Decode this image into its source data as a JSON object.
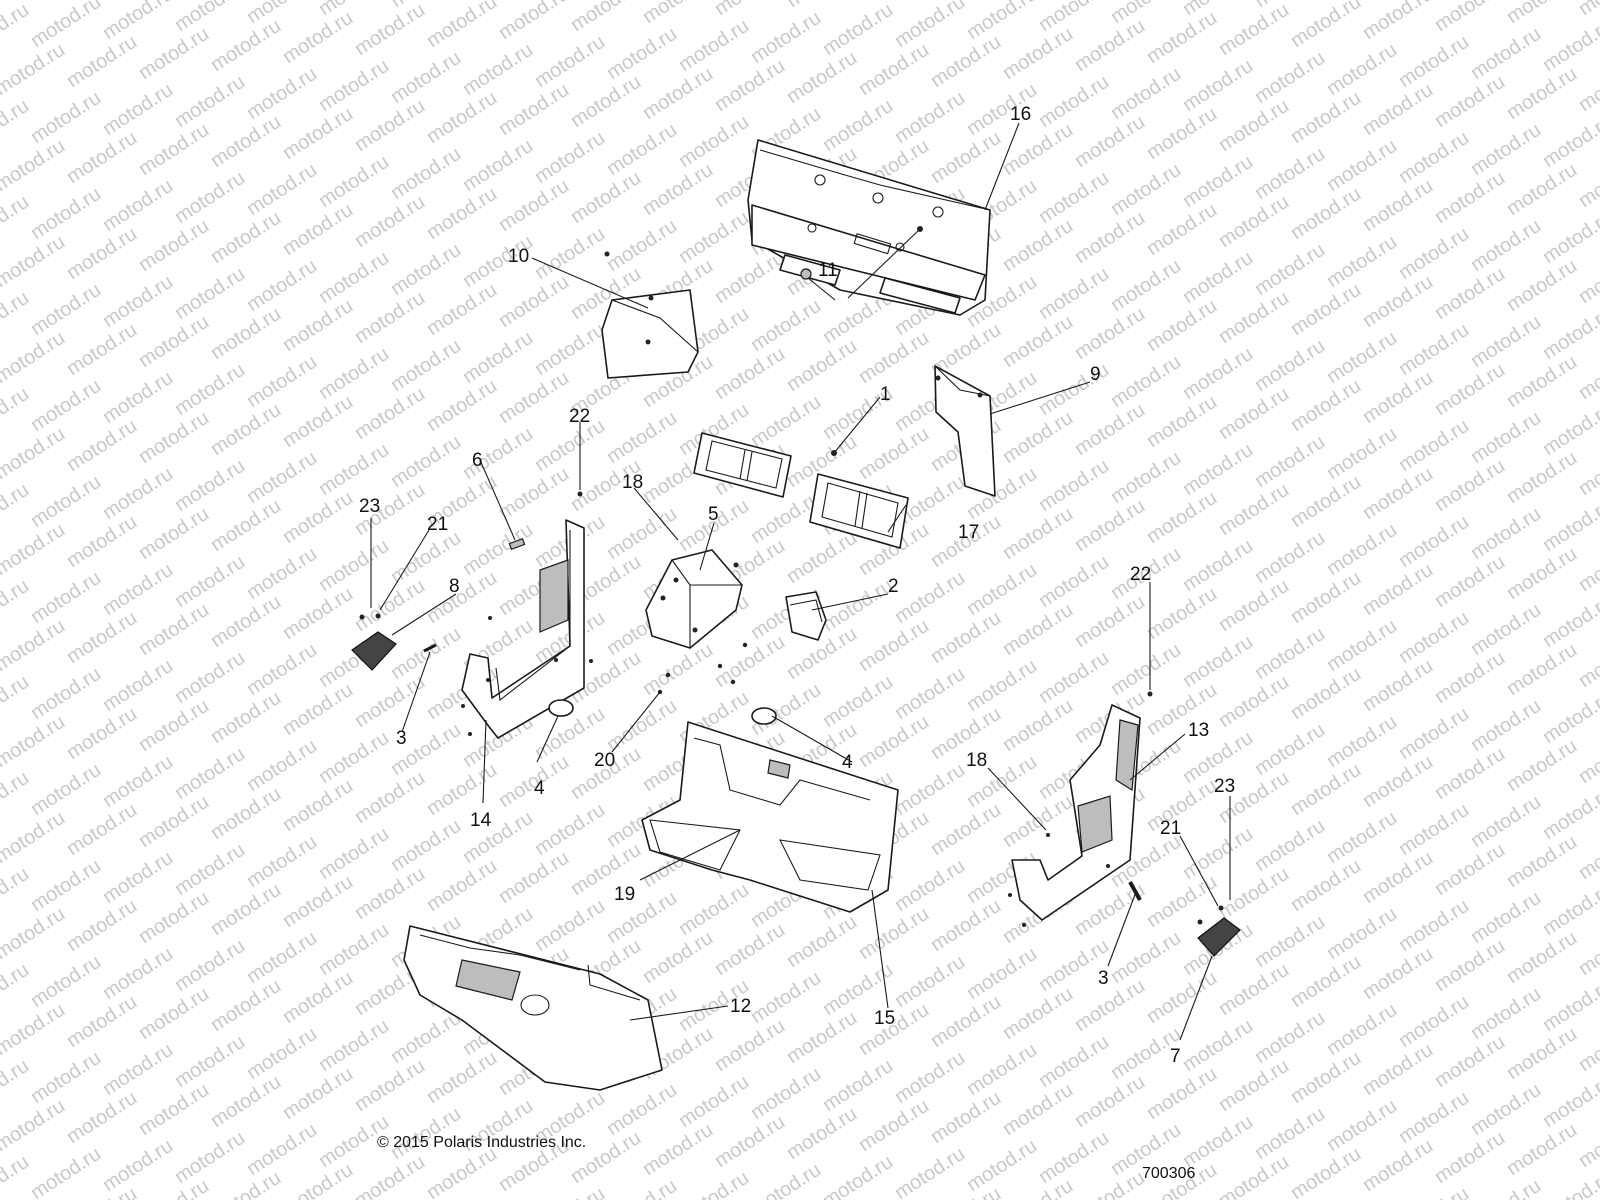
{
  "watermark": {
    "text": "motod.ru"
  },
  "callouts": [
    {
      "label": "16"
    },
    {
      "label": "10"
    },
    {
      "label": "11"
    },
    {
      "label": "9"
    },
    {
      "label": "1"
    },
    {
      "label": "22"
    },
    {
      "label": "6"
    },
    {
      "label": "18"
    },
    {
      "label": "5"
    },
    {
      "label": "17"
    },
    {
      "label": "23"
    },
    {
      "label": "21"
    },
    {
      "label": "8"
    },
    {
      "label": "2"
    },
    {
      "label": "3"
    },
    {
      "label": "4"
    },
    {
      "label": "20"
    },
    {
      "label": "4"
    },
    {
      "label": "14"
    },
    {
      "label": "22"
    },
    {
      "label": "13"
    },
    {
      "label": "18"
    },
    {
      "label": "23"
    },
    {
      "label": "21"
    },
    {
      "label": "19"
    },
    {
      "label": "15"
    },
    {
      "label": "3"
    },
    {
      "label": "12"
    },
    {
      "label": "7"
    }
  ],
  "footer": {
    "copyright": "© 2015 Polaris Industries Inc.",
    "figure_number": "700306"
  }
}
